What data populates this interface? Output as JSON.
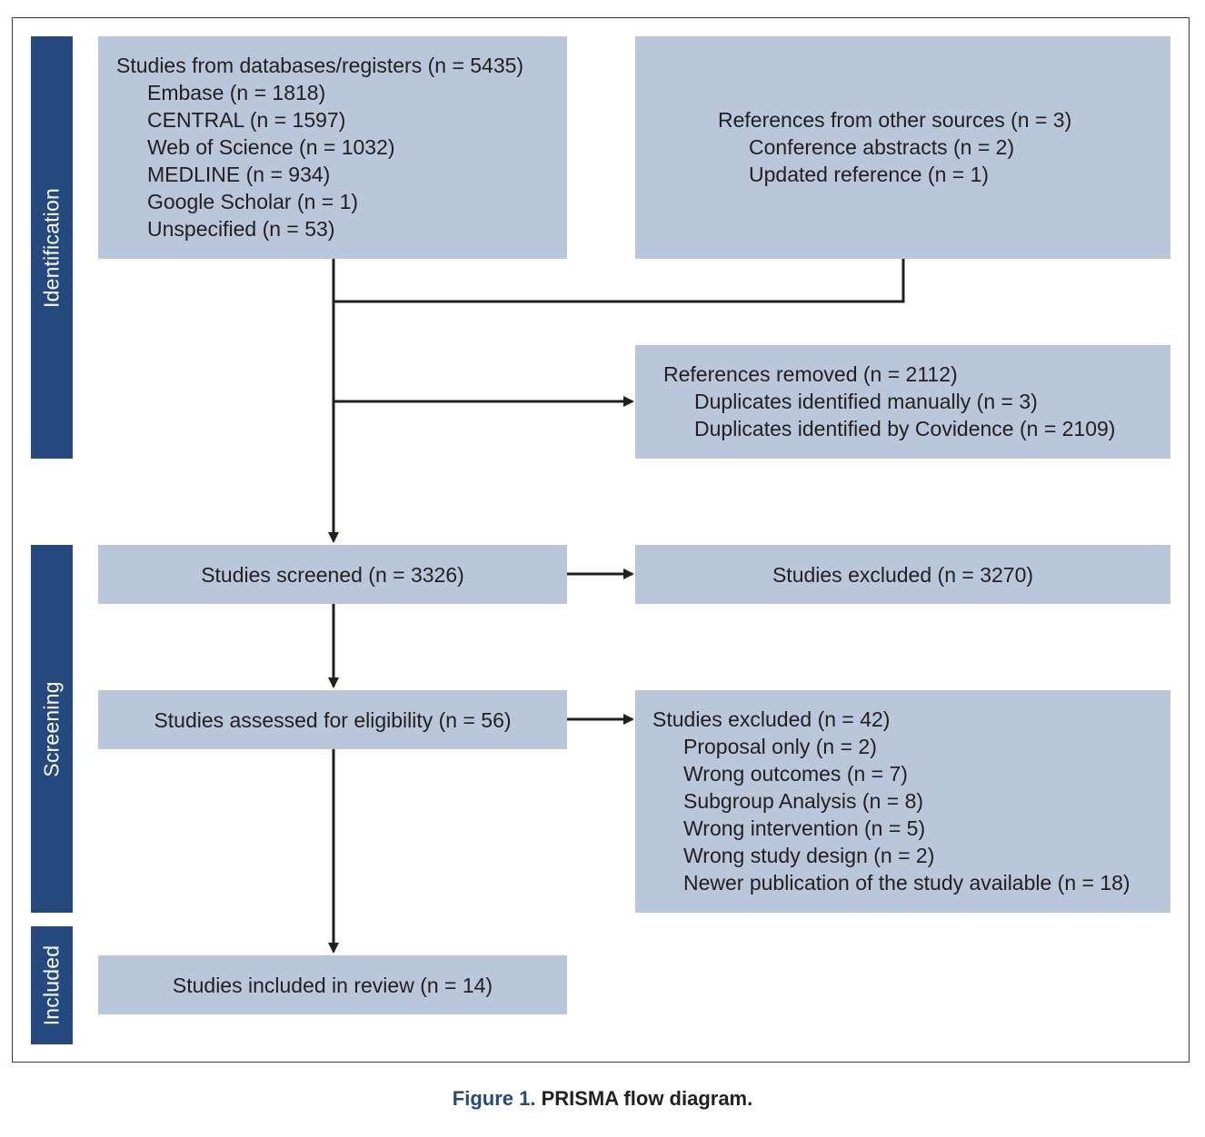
{
  "phases": {
    "identification": "Identification",
    "screening": "Screening",
    "included": "Included"
  },
  "boxes": {
    "databases": {
      "title": "Studies from databases/registers (n = 5435)",
      "items": [
        "Embase (n = 1818)",
        "CENTRAL (n = 1597)",
        "Web of Science (n = 1032)",
        "MEDLINE (n = 934)",
        "Google Scholar (n = 1)",
        "Unspecified (n = 53)"
      ]
    },
    "other_sources": {
      "title": "References from other sources (n = 3)",
      "items": [
        "Conference abstracts (n = 2)",
        "Updated reference (n = 1)"
      ]
    },
    "removed": {
      "title": "References removed (n = 2112)",
      "items": [
        "Duplicates identified manually (n = 3)",
        "Duplicates identified by Covidence (n = 2109)"
      ]
    },
    "screened": "Studies screened (n = 3326)",
    "excluded_screening": "Studies excluded (n = 3270)",
    "eligibility": "Studies assessed for eligibility (n = 56)",
    "excluded_eligibility": {
      "title": "Studies excluded (n = 42)",
      "items": [
        "Proposal only (n = 2)",
        "Wrong outcomes (n = 7)",
        "Subgroup Analysis (n = 8)",
        "Wrong intervention (n = 5)",
        "Wrong study design (n = 2)",
        "Newer publication of the study available (n = 18)"
      ]
    },
    "included": "Studies included in review (n = 14)"
  },
  "caption": {
    "figure_label": "Figure 1.",
    "text": "PRISMA flow diagram."
  },
  "colors": {
    "phase_bar": "#25497e",
    "box_fill": "#bac6d9",
    "arrow": "#231f20",
    "caption_label": "#25497e"
  }
}
